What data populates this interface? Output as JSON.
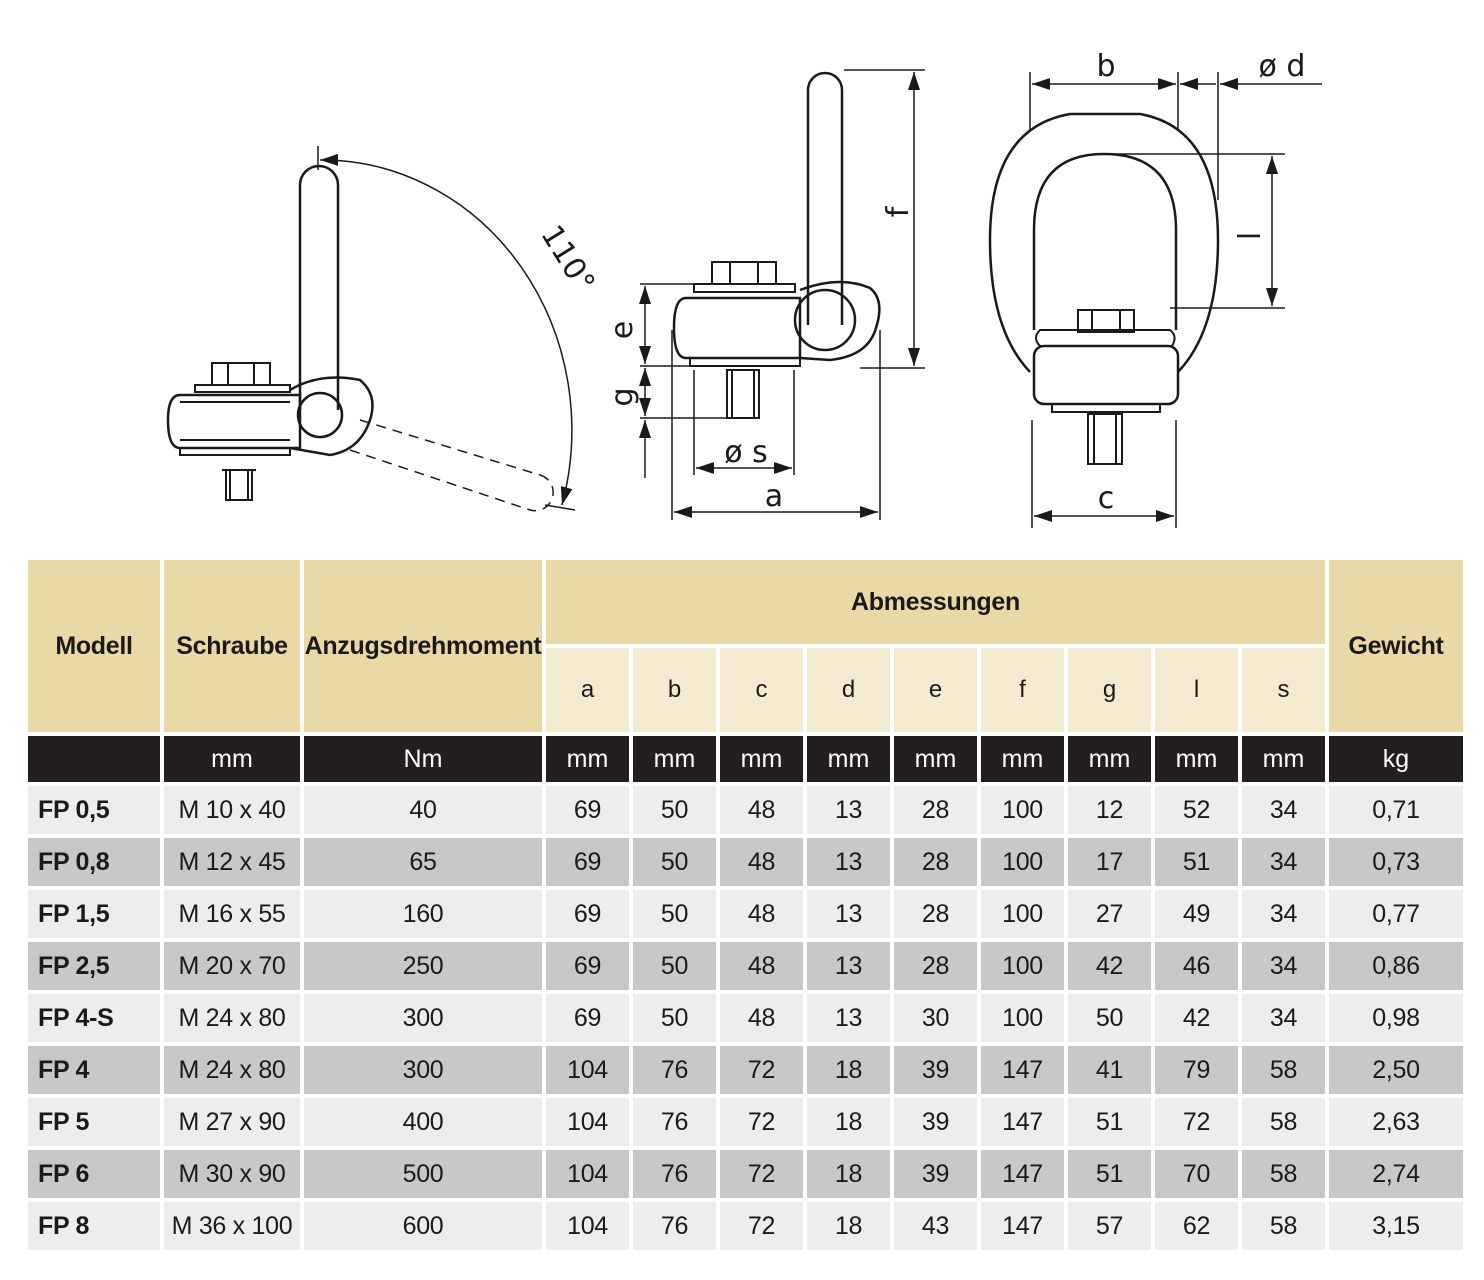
{
  "drawing_labels": {
    "angle": "110°",
    "a": "a",
    "b": "b",
    "c": "c",
    "d": "ø d",
    "e": "e",
    "f": "f",
    "g": "g",
    "l": "l",
    "s": "ø s"
  },
  "table": {
    "group_header": "Abmessungen",
    "headers": {
      "modell": "Modell",
      "schraube": "Schraube",
      "anzug": "Anzugsdrehmoment",
      "gewicht": "Gewicht"
    },
    "dims": [
      "a",
      "b",
      "c",
      "d",
      "e",
      "f",
      "g",
      "l",
      "s"
    ],
    "units": [
      "",
      "mm",
      "Nm",
      "mm",
      "mm",
      "mm",
      "mm",
      "mm",
      "mm",
      "mm",
      "mm",
      "mm",
      "kg"
    ],
    "rows": [
      [
        "FP 0,5",
        "M 10 x 40",
        "40",
        "69",
        "50",
        "48",
        "13",
        "28",
        "100",
        "12",
        "52",
        "34",
        "0,71"
      ],
      [
        "FP 0,8",
        "M 12 x 45",
        "65",
        "69",
        "50",
        "48",
        "13",
        "28",
        "100",
        "17",
        "51",
        "34",
        "0,73"
      ],
      [
        "FP 1,5",
        "M 16 x 55",
        "160",
        "69",
        "50",
        "48",
        "13",
        "28",
        "100",
        "27",
        "49",
        "34",
        "0,77"
      ],
      [
        "FP 2,5",
        "M 20 x 70",
        "250",
        "69",
        "50",
        "48",
        "13",
        "28",
        "100",
        "42",
        "46",
        "34",
        "0,86"
      ],
      [
        "FP 4-S",
        "M 24 x 80",
        "300",
        "69",
        "50",
        "48",
        "13",
        "30",
        "100",
        "50",
        "42",
        "34",
        "0,98"
      ],
      [
        "FP 4",
        "M 24 x 80",
        "300",
        "104",
        "76",
        "72",
        "18",
        "39",
        "147",
        "41",
        "79",
        "58",
        "2,50"
      ],
      [
        "FP 5",
        "M 27 x 90",
        "400",
        "104",
        "76",
        "72",
        "18",
        "39",
        "147",
        "51",
        "72",
        "58",
        "2,63"
      ],
      [
        "FP 6",
        "M 30 x 90",
        "500",
        "104",
        "76",
        "72",
        "18",
        "39",
        "147",
        "51",
        "70",
        "58",
        "2,74"
      ],
      [
        "FP 8",
        "M 36 x 100",
        "600",
        "104",
        "76",
        "72",
        "18",
        "43",
        "147",
        "57",
        "62",
        "58",
        "3,15"
      ]
    ]
  }
}
